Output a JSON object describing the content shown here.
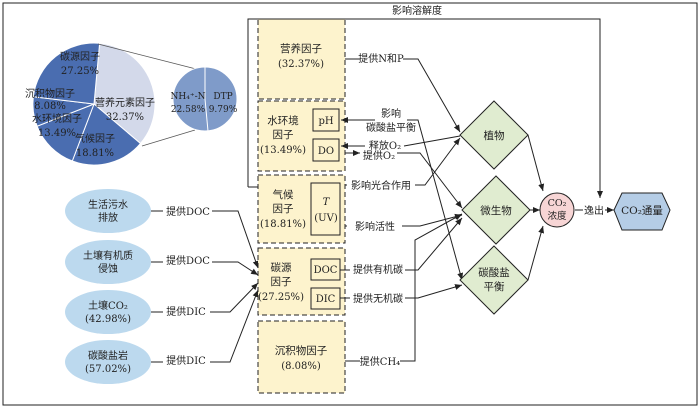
{
  "pie": {
    "carbon_source": {
      "name": "碳源因子",
      "pct": "27.25%",
      "value": 27.25
    },
    "nutrient": {
      "name": "营养元素因子",
      "pct": "32.37%",
      "value": 32.37
    },
    "climate": {
      "name": "气候因子",
      "pct": "18.81%",
      "value": 18.81
    },
    "water_env": {
      "name": "水环境因子",
      "pct": "13.49%",
      "value": 13.49
    },
    "sediment": {
      "name": "沉积物因子",
      "pct": "8.08%",
      "value": 8.08
    }
  },
  "small_pie": {
    "nh4": {
      "name": "NH₄⁺-N",
      "pct": "22.58%",
      "value": 22.58
    },
    "dtp": {
      "name": "DTP",
      "pct": "9.79%",
      "value": 9.79
    }
  },
  "sources": [
    {
      "line1": "生活污水",
      "line2": "排放",
      "label": "提供DOC"
    },
    {
      "line1": "土壤有机质",
      "line2": "侵蚀",
      "label": "提供DOC"
    },
    {
      "line1": "土壤CO₂",
      "line2": "(42.98%)",
      "label": "提供DIC"
    },
    {
      "line1": "碳酸盐岩",
      "line2": "(57.02%)",
      "label": "提供DIC"
    }
  ],
  "boxes": {
    "nutrient": {
      "line1": "营养因子",
      "line2": "(32.37%)"
    },
    "water": {
      "line1": "水环境",
      "line2": "因子",
      "line3": "(13.49%)",
      "sub1": "pH",
      "sub2": "DO"
    },
    "climate": {
      "line1": "气候",
      "line2": "因子",
      "line3": "(18.81%)",
      "sub1": "T",
      "sub2": "(UV)"
    },
    "carbon": {
      "line1": "碳源",
      "line2": "因子",
      "line3": "(27.25%)",
      "sub1": "DOC",
      "sub2": "DIC"
    },
    "sediment": {
      "line1": "沉积物因子",
      "line2": "(8.08%)"
    }
  },
  "edge_labels": {
    "top": "影响溶解度",
    "provide_np": "提供N和P",
    "affect1": "影响",
    "affect2": "碳酸盐平衡",
    "release_o2": "释放O₂",
    "provide_o2": "提供O₂",
    "photosynthesis": "影响光合作用",
    "activity": "影响活性",
    "organic_c": "提供有机碳",
    "inorganic_c": "提供无机碳",
    "ch4": "提供CH₄",
    "escape": "逸出"
  },
  "processes": {
    "plant": "植物",
    "microbe": "微生物",
    "carbonate1": "碳酸盐",
    "carbonate2": "平衡"
  },
  "co2_conc": {
    "line1": "CO₂",
    "line2": "浓度"
  },
  "co2_flux": "CO₂通量",
  "colors": {
    "pie_dark": "#4a6db0",
    "pie_light": "#d3d9ea",
    "source_fill": "#bcd9ee",
    "box_fill": "#fdf3cd",
    "diamond_fill": "#e0ecd0",
    "circle_fill": "#f7d5d5",
    "hex_fill": "#b5cde6",
    "small_pie": "#7f9bc9"
  }
}
